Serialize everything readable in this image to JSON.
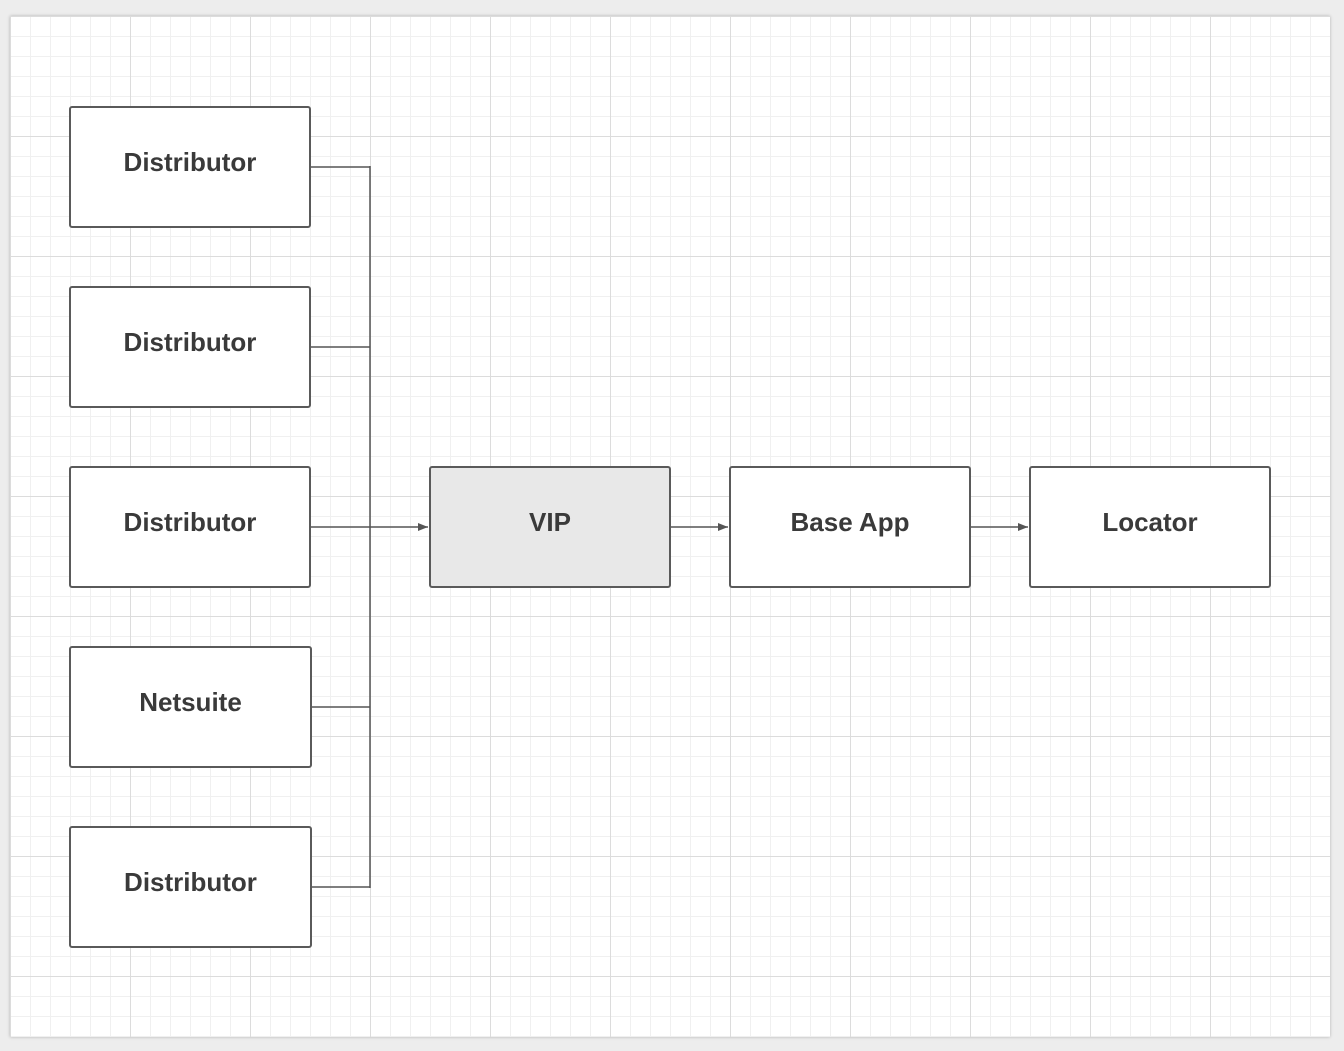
{
  "nodes": [
    {
      "id": "distributor-1",
      "label": "Distributor"
    },
    {
      "id": "distributor-2",
      "label": "Distributor"
    },
    {
      "id": "distributor-3",
      "label": "Distributor"
    },
    {
      "id": "netsuite",
      "label": "Netsuite"
    },
    {
      "id": "distributor-4",
      "label": "Distributor"
    },
    {
      "id": "vip",
      "label": "VIP"
    },
    {
      "id": "base-app",
      "label": "Base App"
    },
    {
      "id": "locator",
      "label": "Locator"
    }
  ],
  "edges": [
    {
      "from": "distributor-1",
      "to": "vip"
    },
    {
      "from": "distributor-2",
      "to": "vip"
    },
    {
      "from": "distributor-3",
      "to": "vip"
    },
    {
      "from": "netsuite",
      "to": "vip"
    },
    {
      "from": "distributor-4",
      "to": "vip"
    },
    {
      "from": "vip",
      "to": "base-app"
    },
    {
      "from": "base-app",
      "to": "locator"
    }
  ],
  "colors": {
    "node_border": "#5a5a5a",
    "node_fill": "#ffffff",
    "vip_fill": "#e8e8e8",
    "connector": "#555555",
    "label": "#3a3a3a"
  }
}
